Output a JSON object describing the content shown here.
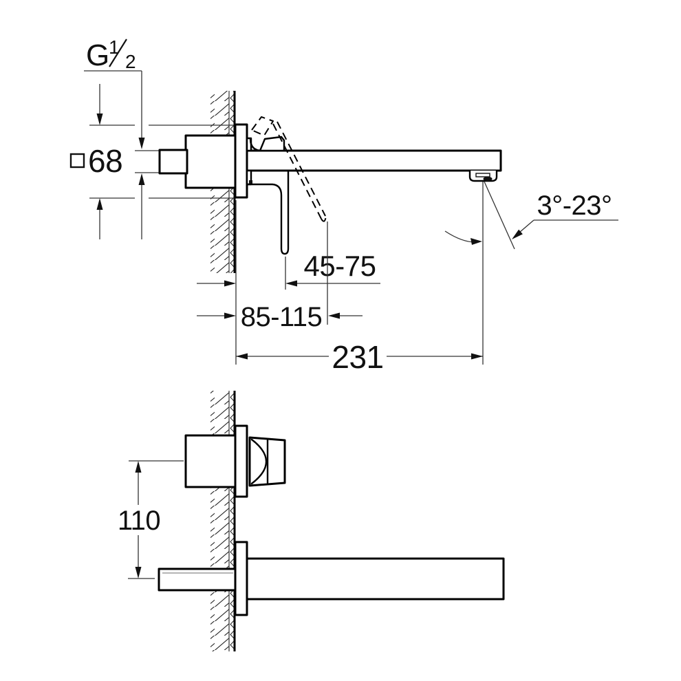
{
  "drawing": {
    "background": "#ffffff",
    "colors": {
      "line": "#000000",
      "dim": "#333333",
      "text": "#111111"
    },
    "dimensions": {
      "thread_prefix": "G",
      "thread_numerator": "1",
      "thread_denominator": "2",
      "escutcheon_square": "68",
      "lever_reach_closed": "45-75",
      "lever_reach_open": "85-115",
      "spout_reach": "231",
      "spray_angle": "3°-23°",
      "center_distance": "110"
    }
  }
}
